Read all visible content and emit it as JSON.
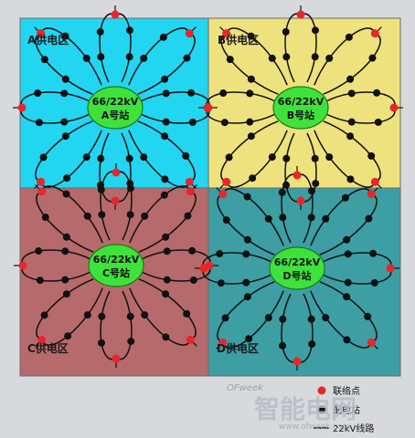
{
  "regions": [
    {
      "id": "A",
      "label": "A供电区",
      "color": "#22d6f2"
    },
    {
      "id": "B",
      "label": "B供电区",
      "color": "#ede27e"
    },
    {
      "id": "C",
      "label": "C供电区",
      "color": "#b66a6b"
    },
    {
      "id": "D",
      "label": "D供电区",
      "color": "#3d9ea3"
    }
  ],
  "stations": [
    {
      "id": "A",
      "line1": "66/22kV",
      "line2": "A号站"
    },
    {
      "id": "B",
      "line1": "66/22kV",
      "line2": "B号站"
    },
    {
      "id": "C",
      "line1": "66/22kV",
      "line2": "C号站"
    },
    {
      "id": "D",
      "line1": "66/22kV",
      "line2": "D号站"
    }
  ],
  "legend": [
    {
      "symbol": "tie-point",
      "label": "联络点",
      "color": "#e8262b"
    },
    {
      "symbol": "distribution-station",
      "label": "配电站",
      "color": "#111111"
    },
    {
      "symbol": "line-22kv",
      "label": "22kV线路",
      "color": "#111111"
    }
  ],
  "watermark": {
    "brand": "OFweek",
    "cn": "智能电网",
    "site": "www.ofweek.com"
  },
  "colors": {
    "station_fill": "#3fe23a",
    "line": "#111111",
    "tie_point": "#e8262b",
    "dot": "#111111",
    "border": "#6b6b6b"
  }
}
